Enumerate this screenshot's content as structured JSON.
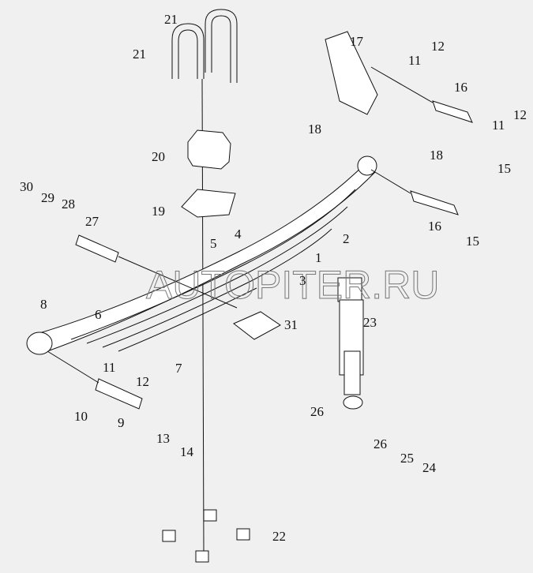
{
  "diagram": {
    "watermark": "AUTOPITER.RU",
    "callouts": [
      "21",
      "21",
      "17",
      "12",
      "11",
      "16",
      "11",
      "12",
      "18",
      "18",
      "15",
      "20",
      "19",
      "30",
      "29",
      "28",
      "27",
      "4",
      "5",
      "2",
      "1",
      "3",
      "16",
      "15",
      "8",
      "6",
      "23",
      "31",
      "7",
      "11",
      "12",
      "10",
      "9",
      "13",
      "14",
      "26",
      "26",
      "25",
      "24",
      "22"
    ]
  }
}
